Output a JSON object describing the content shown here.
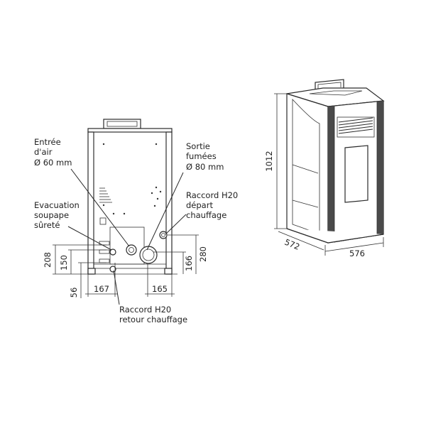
{
  "labels": {
    "air_intake": [
      "Entrée",
      "d'air",
      "Ø 60 mm"
    ],
    "flue_outlet": [
      "Sortie",
      "fumées",
      "Ø 80 mm"
    ],
    "flow_fitting": [
      "Raccord H20",
      "départ",
      "chauffage"
    ],
    "safety_valve": [
      "Evacuation",
      "soupape",
      "sûreté"
    ],
    "return_fitting": [
      "Raccord H20",
      "retour chauffage"
    ]
  },
  "dimensions": {
    "d208": "208",
    "d150": "150",
    "d56": "56",
    "d167": "167",
    "d165": "165",
    "d166": "166",
    "d280": "280",
    "d1012": "1012",
    "d572": "572",
    "d576": "576"
  },
  "colors": {
    "line": "#2a2a2a",
    "dark_panel": "#4a4a4a"
  }
}
